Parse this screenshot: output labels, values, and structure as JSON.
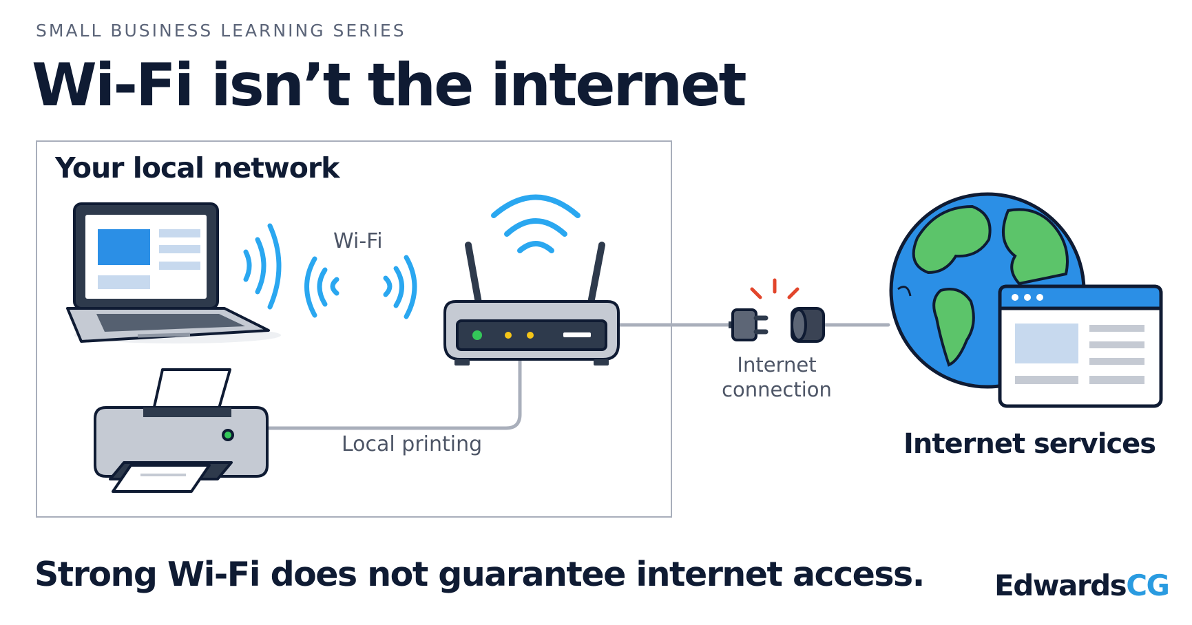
{
  "header": {
    "series": "SMALL BUSINESS LEARNING SERIES",
    "title": "Wi-Fi isn’t the internet"
  },
  "diagram": {
    "local_network_label": "Your local network",
    "wifi_label": "Wi-Fi",
    "local_printing_label": "Local printing",
    "internet_connection_label": [
      "Internet",
      "connection"
    ],
    "internet_services_label": "Internet services"
  },
  "footer": {
    "tagline": "Strong Wi-Fi does not guarantee internet access.",
    "logo_part1": "Edwards",
    "logo_part2": "CG"
  },
  "colors": {
    "dark_navy": "#0f1b33",
    "wifi_blue": "#2aa7f0",
    "green_led": "#34c759",
    "yellow_led": "#f5c518",
    "alert_red": "#e2452b",
    "globe_blue": "#2b8fe6",
    "land_green": "#5cc46a"
  },
  "icons": [
    "laptop-icon",
    "printer-icon",
    "router-icon",
    "wifi-waves-icon",
    "plug-icon",
    "socket-icon",
    "globe-icon",
    "browser-window-icon"
  ]
}
